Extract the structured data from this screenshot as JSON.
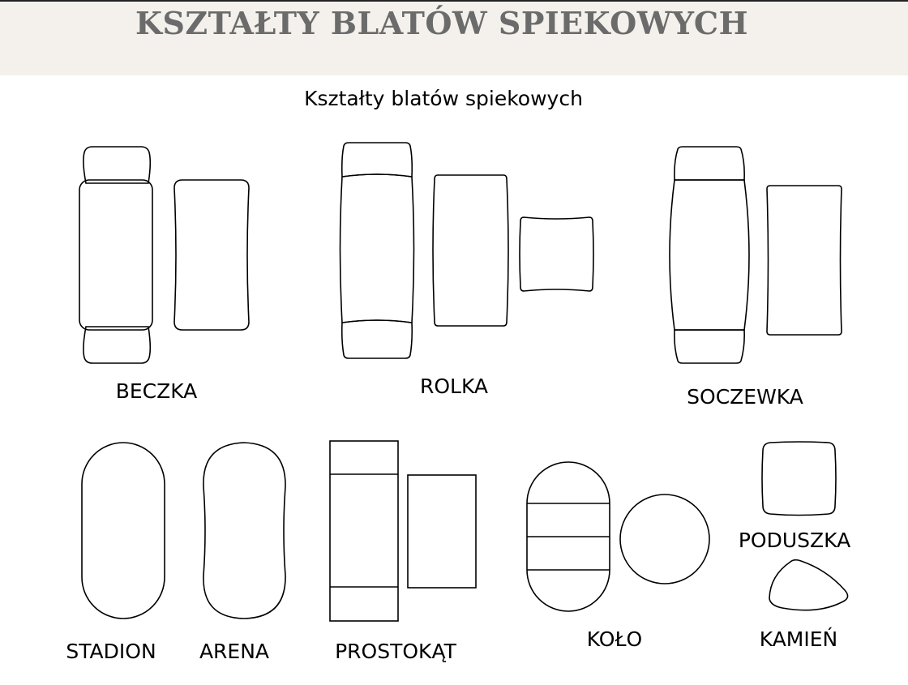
{
  "header": {
    "title": "KSZTAŁTY BLATÓW SPIEKOWYCH"
  },
  "diagram": {
    "title": "Kształty blatów spiekowych",
    "labels": {
      "beczka": "BECZKA",
      "rolka": "ROLKA",
      "soczewka": "SOCZEWKA",
      "stadion": "STADION",
      "arena": "ARENA",
      "prostokat": "PROSTOKĄT",
      "kolo": "KOŁO",
      "poduszka": "PODUSZKA",
      "kamien": "KAMIEŃ"
    }
  }
}
